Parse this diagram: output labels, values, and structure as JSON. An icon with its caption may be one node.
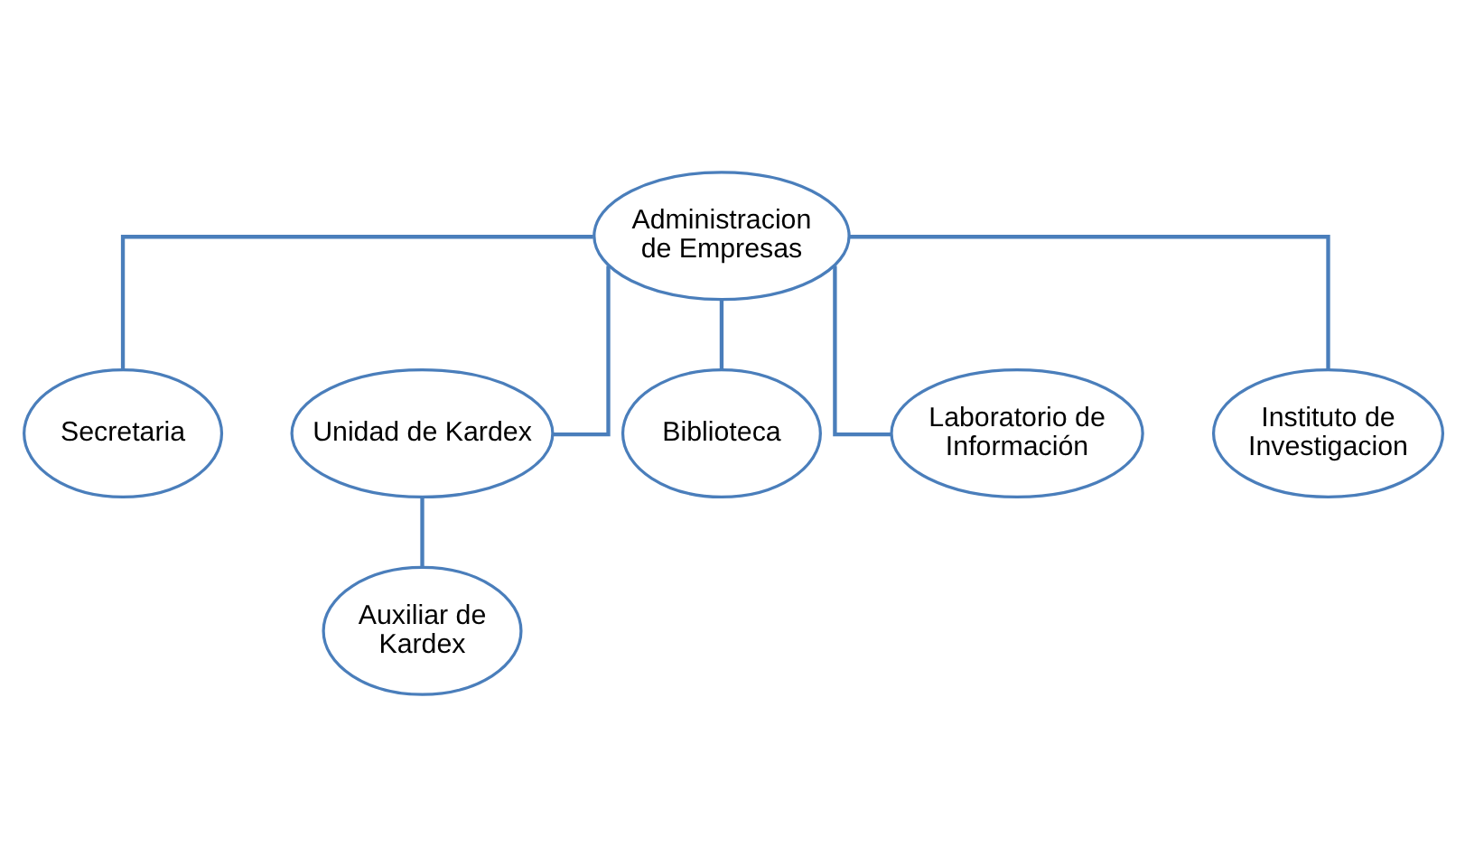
{
  "diagram": {
    "nodes": [
      {
        "text": [
          "Administracion de Empresas"
        ]
      },
      {
        "text": [
          "Secretaria"
        ]
      },
      {
        "text": [
          "Unidad de Kardex"
        ]
      },
      {
        "text": [
          "Biblioteca"
        ]
      },
      {
        "text": [
          "Laboratorio de Información"
        ]
      },
      {
        "text": [
          "Instituto de Investigacion"
        ]
      },
      {
        "text": [
          "Auxiliar de Kardex"
        ]
      }
    ],
    "edges": [
      {
        "from": 0,
        "to": 1,
        "arrow": "none"
      },
      {
        "from": 0,
        "to": 2,
        "arrow": "none"
      },
      {
        "from": 0,
        "to": 3,
        "arrow": "none"
      },
      {
        "from": 0,
        "to": 4,
        "arrow": "none"
      },
      {
        "from": 0,
        "to": 5,
        "arrow": "none"
      },
      {
        "from": 2,
        "to": 6,
        "arrow": "none"
      }
    ]
  }
}
